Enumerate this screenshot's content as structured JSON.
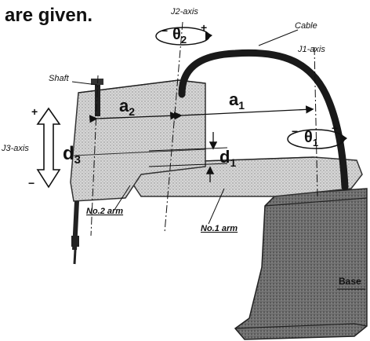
{
  "heading": "are given.",
  "labels": {
    "j2_axis": "J2-axis",
    "j1_axis": "J1-axis",
    "j3_axis": "J3-axis",
    "cable": "Cable",
    "shaft": "Shaft",
    "no2_arm": "No.2 arm",
    "no1_arm": "No.1 arm",
    "base": "Base"
  },
  "symbols": {
    "a2": {
      "base": "a",
      "sub": "2"
    },
    "a1": {
      "base": "a",
      "sub": "1"
    },
    "d3": {
      "base": "d",
      "sub": "3"
    },
    "d1": {
      "base": "d",
      "sub": "1"
    },
    "theta2": {
      "base": "θ",
      "sub": "2"
    },
    "theta1": {
      "base": "θ",
      "sub": "1"
    }
  },
  "signs": {
    "plus": "+",
    "minus": "−"
  },
  "colors": {
    "ink": "#111111",
    "arm_fill": "#c9c9c9",
    "base_fill": "#6a6a6a",
    "cable": "#1a1a1a"
  }
}
